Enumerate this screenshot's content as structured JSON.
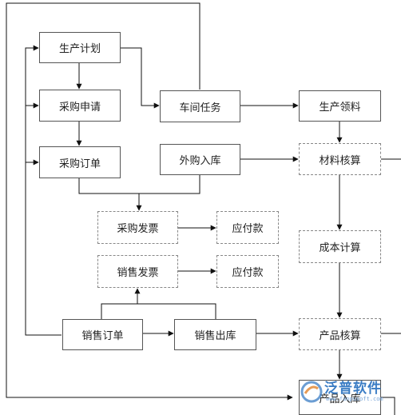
{
  "nodes": {
    "production_plan": "生产计划",
    "purchase_request": "采购申请",
    "purchase_order": "采购订单",
    "workshop_task": "车间任务",
    "outsourced_inbound": "外购入库",
    "production_material": "生产领料",
    "material_accounting": "材料核算",
    "purchase_invoice": "采购发票",
    "payable_1": "应付款",
    "sales_invoice": "销售发票",
    "payable_2": "应付款",
    "cost_calculation": "成本计算",
    "sales_order": "销售订单",
    "sales_outbound": "销售出库",
    "product_accounting": "产品核算",
    "product_inbound": "产品入库"
  },
  "watermark": {
    "name": "泛普软件",
    "url": "www.fanpusoft.com"
  },
  "colors": {
    "line": "#111111",
    "solid_border": "#555555",
    "dashed_border": "#888888",
    "watermark": "#3a7cc4"
  }
}
